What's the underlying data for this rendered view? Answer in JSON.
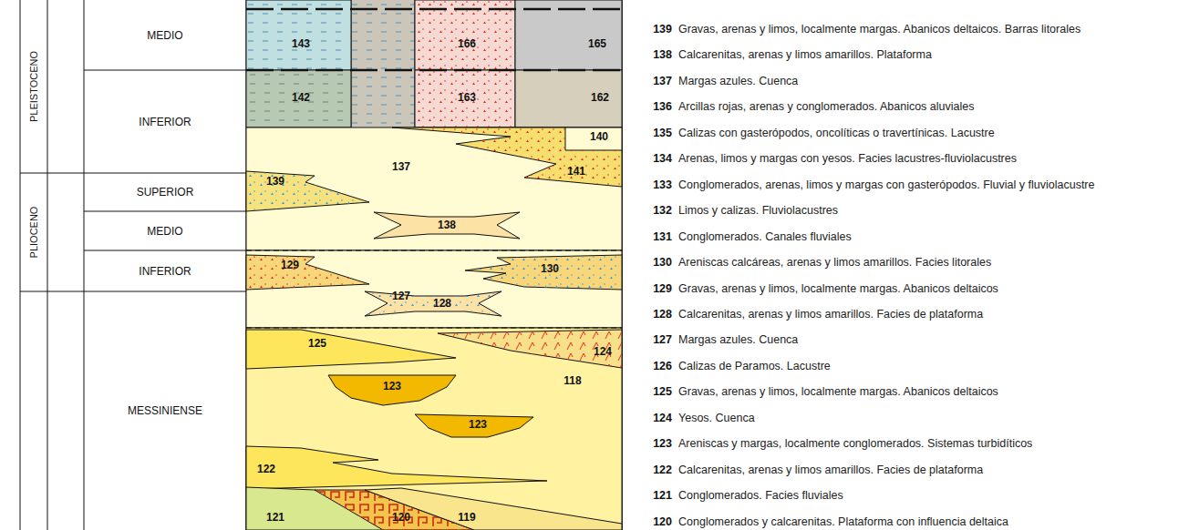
{
  "diagram": {
    "nodes": [
      {
        "text": [
          "PLEISTOCENO"
        ]
      },
      {
        "text": [
          "PLIOCENO"
        ]
      },
      {
        "text": [
          "MEDIO"
        ]
      },
      {
        "text": [
          "INFERIOR"
        ]
      },
      {
        "text": [
          "SUPERIOR"
        ]
      },
      {
        "text": [
          "MEDIO"
        ]
      },
      {
        "text": [
          "INFERIOR"
        ]
      },
      {
        "text": [
          "MESSINIENSE"
        ]
      },
      {
        "text": [
          "143"
        ]
      },
      {
        "text": [
          "166"
        ]
      },
      {
        "text": [
          "165"
        ]
      },
      {
        "text": [
          "142"
        ]
      },
      {
        "text": [
          "163"
        ]
      },
      {
        "text": [
          "162"
        ]
      },
      {
        "text": [
          "140"
        ]
      },
      {
        "text": [
          "137"
        ]
      },
      {
        "text": [
          "141"
        ]
      },
      {
        "text": [
          "139"
        ]
      },
      {
        "text": [
          "138"
        ]
      },
      {
        "text": [
          "127"
        ]
      },
      {
        "text": [
          "129"
        ]
      },
      {
        "text": [
          "130"
        ]
      },
      {
        "text": [
          "128"
        ]
      },
      {
        "text": [
          "118"
        ]
      },
      {
        "text": [
          "125"
        ]
      },
      {
        "text": [
          "124"
        ]
      },
      {
        "text": [
          "123"
        ]
      },
      {
        "text": [
          "123"
        ]
      },
      {
        "text": [
          "122"
        ]
      },
      {
        "text": [
          "121"
        ]
      },
      {
        "text": [
          "120"
        ]
      },
      {
        "text": [
          "119"
        ]
      }
    ],
    "labels": [
      "139",
      "Gravas, arenas y limos, localmente margas. Abanicos deltaicos. Barras litorales",
      "138",
      "Calcarenitas, arenas y limos amarillos. Plataforma",
      "137",
      "Margas azules. Cuenca",
      "136",
      "Arcillas rojas, arenas y conglomerados. Abanicos aluviales",
      "135",
      "Calizas con gasterópodos, oncolíticas o travertínicas. Lacustre",
      "134",
      "Arenas, limos y margas con yesos. Facies lacustres-fluviolacustres",
      "133",
      "Conglomerados, arenas, limos y margas con gasterópodos. Fluvial y fluviolacustre",
      "132",
      "Limos y calizas. Fluviolacustres",
      "131",
      "Conglomerados. Canales fluviales",
      "130",
      "Areniscas calcáreas, arenas y limos amarillos. Facies litorales",
      "129",
      "Gravas, arenas y limos, localmente margas. Abanicos deltaicos",
      "128",
      "Calcarenitas, arenas y limos amarillos. Facies de plataforma",
      "127",
      "Margas azules. Cuenca",
      "126",
      "Calizas de Paramos. Lacustre",
      "125",
      "Gravas, arenas y limos, localmente margas. Abanicos deltaicos",
      "124",
      "Yesos. Cuenca",
      "123",
      "Areniscas y margas, localmente conglomerados. Sistemas turbidíticos",
      "122",
      "Calcarenitas, arenas y limos amarillos. Facies de plataforma",
      "121",
      "Conglomerados. Facies fluviales",
      "120",
      "Conglomerados y calcarenitas. Plataforma con influencia deltaica"
    ]
  }
}
